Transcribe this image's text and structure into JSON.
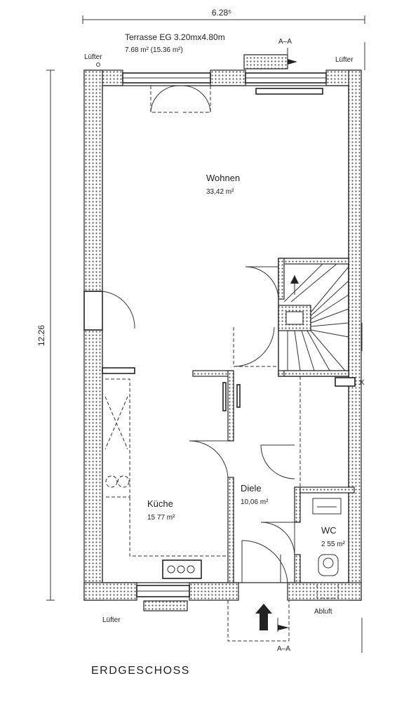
{
  "plan": {
    "title": "ERDGESCHOSS",
    "dimension_width": "6.28⁵",
    "dimension_height": "12.26",
    "terrace": {
      "label": "Terrasse EG 3.20mx4.80m",
      "area": "7.68 m² (15.36 m²)"
    },
    "section_marker": "A–A",
    "vent_labels": {
      "top_left": "Lüfter",
      "top_right": "Lüfter",
      "bottom_left": "Lüfter",
      "exhaust": "Abluft"
    },
    "rooms": {
      "living": {
        "name": "Wohnen",
        "area": "33,42 m²"
      },
      "kitchen": {
        "name": "Küche",
        "area": "15 77 m²"
      },
      "hall": {
        "name": "Diele",
        "area": "10,06 m²"
      },
      "wc": {
        "name": "WC",
        "area": "2 55 m²"
      }
    },
    "stair_marker": "K"
  }
}
